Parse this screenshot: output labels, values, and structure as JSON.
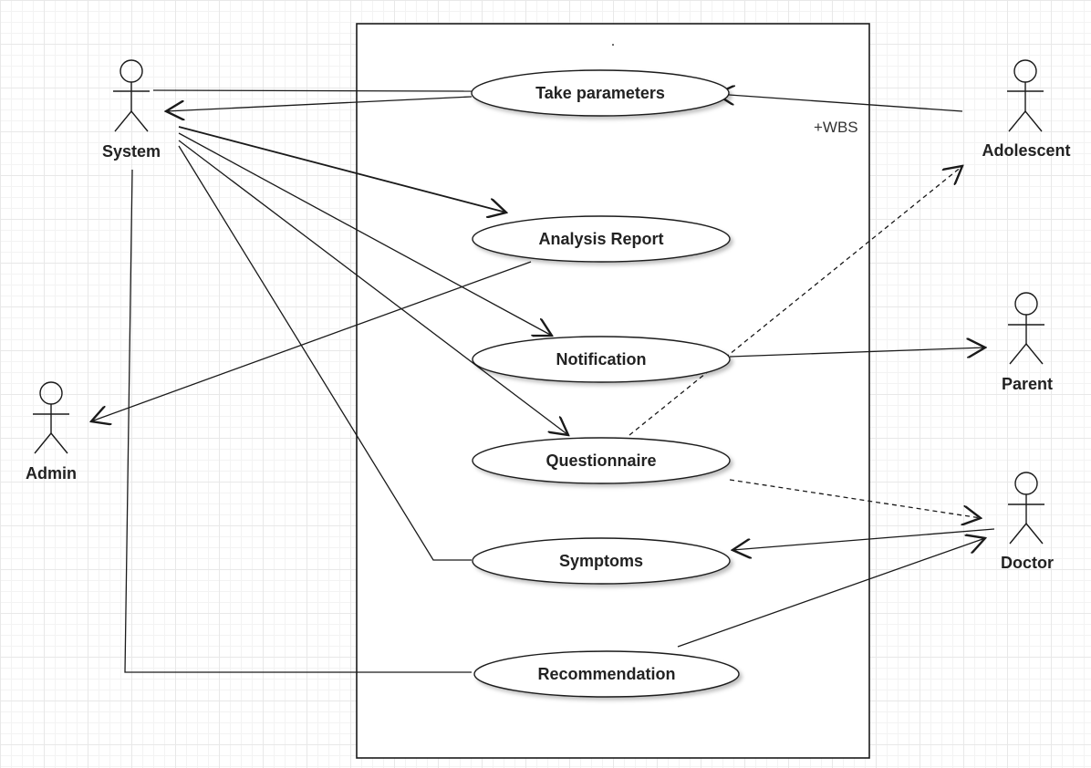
{
  "diagram": {
    "use_cases": {
      "take_parameters": "Take parameters",
      "analysis_report": "Analysis Report",
      "notification": "Notification",
      "questionnaire": "Questionnaire",
      "symptoms": "Symptoms",
      "recommendation": "Recommendation"
    },
    "actors": {
      "system": "System",
      "admin": "Admin",
      "adolescent": "Adolescent",
      "parent": "Parent",
      "doctor": "Doctor"
    },
    "annotations": {
      "wbs": "+WBS",
      "boundary_dot": "."
    },
    "colors": {
      "line": "#1a1a1a",
      "ellipse_fill": "#ffffff",
      "grid": "#e8e8e8"
    }
  }
}
